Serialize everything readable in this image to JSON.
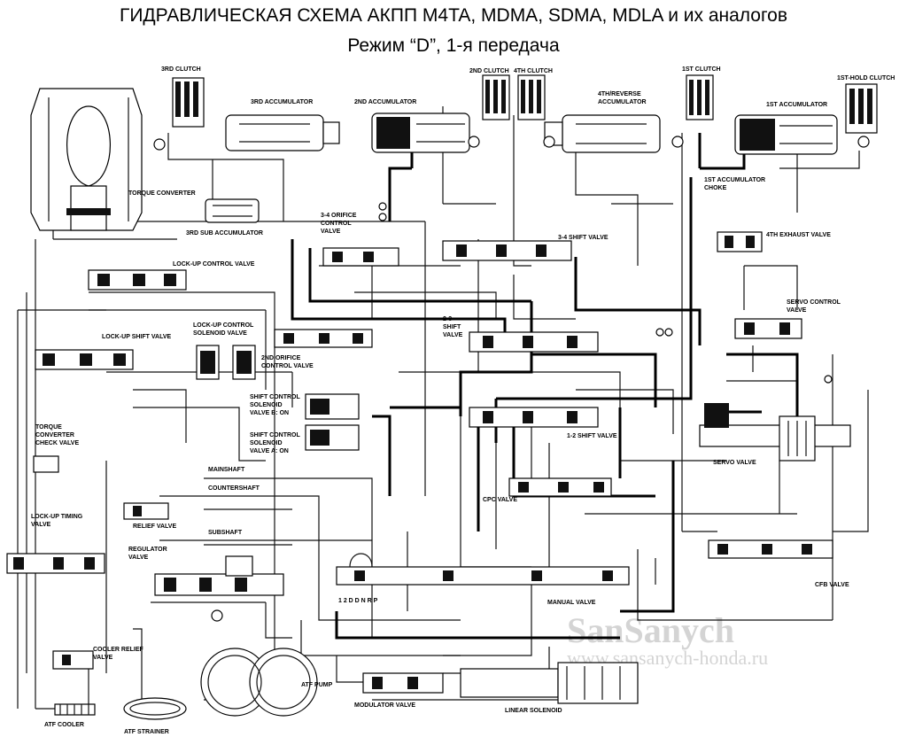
{
  "title_line1": "ГИДРАВЛИЧЕСКАЯ СХЕМА АКПП M4TA, MDMA, SDMA, MDLA и их аналогов",
  "title_line2": "Режим “D”,  1-я передача",
  "watermark": {
    "logo": "SanSanych",
    "url": "www.sansanych-honda.ru"
  },
  "components": {
    "clutch_3rd": "3RD CLUTCH",
    "clutch_2nd": "2ND CLUTCH",
    "clutch_4th": "4TH CLUTCH",
    "clutch_1st": "1ST CLUTCH",
    "clutch_1st_hold": "1ST-HOLD CLUTCH",
    "acc_3rd": "3RD ACCUMULATOR",
    "acc_2nd": "2ND ACCUMULATOR",
    "acc_4th_rev_1": "4TH/REVERSE",
    "acc_4th_rev_2": "ACCUMULATOR",
    "acc_1st": "1ST ACCUMULATOR",
    "choke_1": "1ST ACCUMULATOR",
    "choke_2": "CHOKE",
    "torque_converter": "TORQUE CONVERTER",
    "sub_acc": "3RD SUB ACCUMULATOR",
    "orifice_1": "3-4 ORIFICE",
    "orifice_2": "CONTROL",
    "orifice_3": "VALVE",
    "shift_34": "3-4 SHIFT VALVE",
    "exhaust_4th": "4TH EXHAUST VALVE",
    "lockup_ctrl": "LOCK-UP CONTROL VALVE",
    "lockup_sol_1": "LOCK-UP CONTROL",
    "lockup_sol_2": "SOLENOID VALVE",
    "shift_23_1": "2-3",
    "shift_23_2": "SHIFT",
    "shift_23_3": "VALVE",
    "servo_ctrl_1": "SERVO CONTROL",
    "servo_ctrl_2": "VALVE",
    "lockup_shift": "LOCK-UP SHIFT VALVE",
    "orifice_2nd_1": "2ND ORIFICE",
    "orifice_2nd_2": "CONTROL VALVE",
    "scs_b_1": "SHIFT CONTROL",
    "scs_b_2": "SOLENOID",
    "scs_b_3": "VALVE B: ON",
    "scs_a_1": "SHIFT CONTROL",
    "scs_a_2": "SOLENOID",
    "scs_a_3": "VALVE A: ON",
    "shift_12": "1-2 SHIFT VALVE",
    "servo": "SERVO VALVE",
    "tc_check_1": "TORQUE",
    "tc_check_2": "CONVERTER",
    "tc_check_3": "CHECK VALVE",
    "cpc": "CPC VALVE",
    "mainshaft": "MAINSHAFT",
    "countershaft": "COUNTERSHAFT",
    "subshaft": "SUBSHAFT",
    "relief": "RELIEF VALVE",
    "timing_1": "LOCK-UP TIMING",
    "timing_2": "VALVE",
    "regulator_1": "REGULATOR",
    "regulator_2": "VALVE",
    "cfb": "CFB VALVE",
    "manual": "MANUAL VALVE",
    "detent": "1 2 D D N R  P",
    "cooler_relief_1": "COOLER RELIEF",
    "cooler_relief_2": "VALVE",
    "atf_pump": "ATF PUMP",
    "modulator": "MODULATOR VALVE",
    "linear_sol": "LINEAR SOLENOID",
    "atf_cooler": "ATF COOLER",
    "atf_strainer": "ATF STRAINER"
  }
}
